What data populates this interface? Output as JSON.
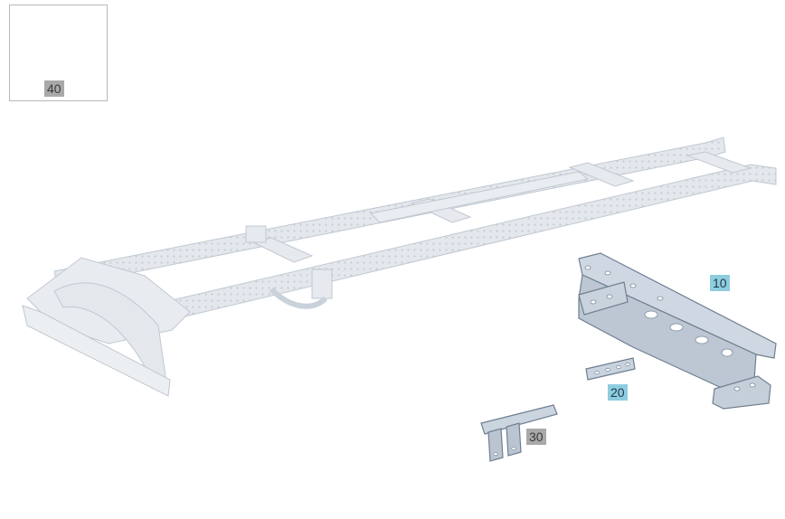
{
  "labels": {
    "part_10": "10",
    "part_20": "20",
    "part_30": "30",
    "part_40": "40"
  },
  "colors": {
    "frame": "#e3e7ec",
    "frame_edge": "#b9c2cc",
    "part_fill": "#c7d1dc",
    "part_edge": "#6f7f90",
    "highlight_label": "#8ecde0",
    "grey_label": "#a9a9a9"
  }
}
